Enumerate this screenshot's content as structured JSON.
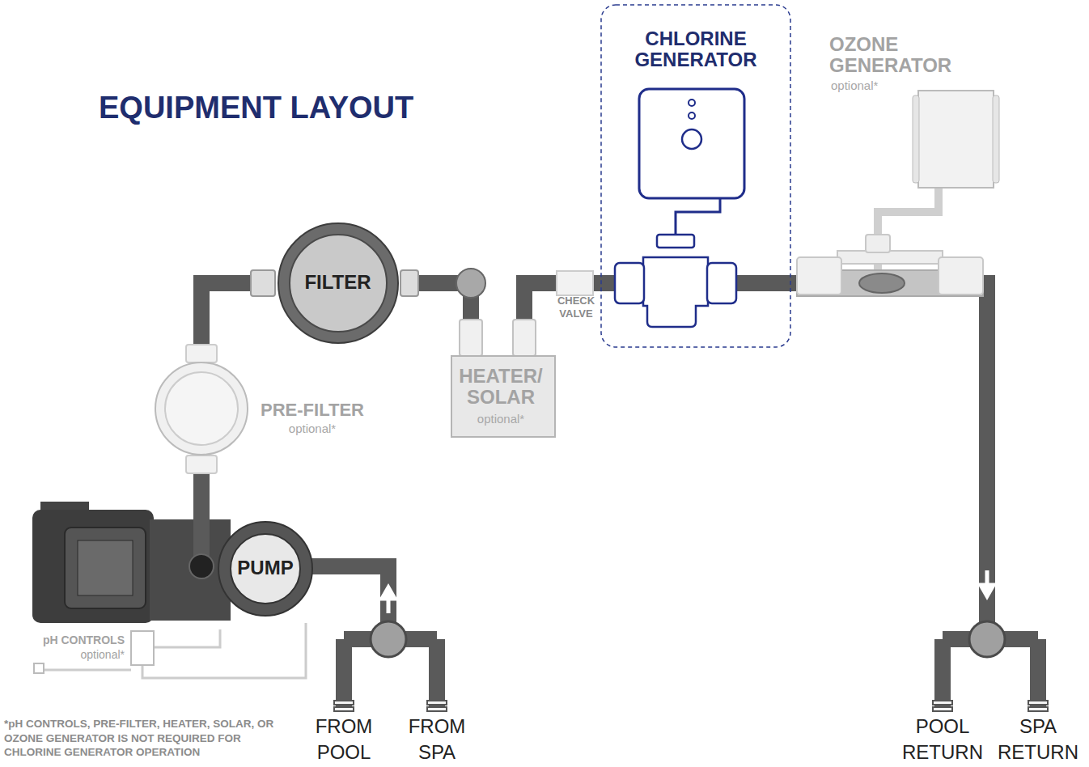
{
  "diagram": {
    "title": "EQUIPMENT LAYOUT",
    "nodes": [
      {
        "text": [
          "CHLORINE GENERATOR"
        ]
      },
      {
        "text": [
          "OZONE GENERATOR",
          "optional*"
        ]
      },
      {
        "text": [
          "FILTER"
        ]
      },
      {
        "text": [
          "PRE-FILTER",
          "optional*"
        ]
      },
      {
        "text": [
          "HEATER/ SOLAR",
          "optional*"
        ]
      },
      {
        "text": [
          "PUMP"
        ]
      },
      {
        "text": [
          "pH CONTROLS",
          "optional*"
        ]
      }
    ],
    "edges": [
      {
        "from": 5,
        "to": 3,
        "arrow": "none"
      },
      {
        "from": 3,
        "to": 2,
        "arrow": "none"
      },
      {
        "from": 2,
        "to": 4,
        "arrow": "none"
      },
      {
        "from": 4,
        "to": 0,
        "arrow": "none"
      },
      {
        "from": 0,
        "to": 1,
        "arrow": "none"
      },
      {
        "from": 6,
        "to": 5,
        "arrow": "none"
      }
    ],
    "labels": [
      "CHECK VALVE",
      "FROM POOL",
      "FROM SPA",
      "POOL RETURN",
      "SPA RETURN",
      "*pH CONTROLS, PRE-FILTER, HEATER, SOLAR, OR OZONE GENERATOR IS NOT REQUIRED FOR CHLORINE GENERATOR OPERATION"
    ]
  }
}
